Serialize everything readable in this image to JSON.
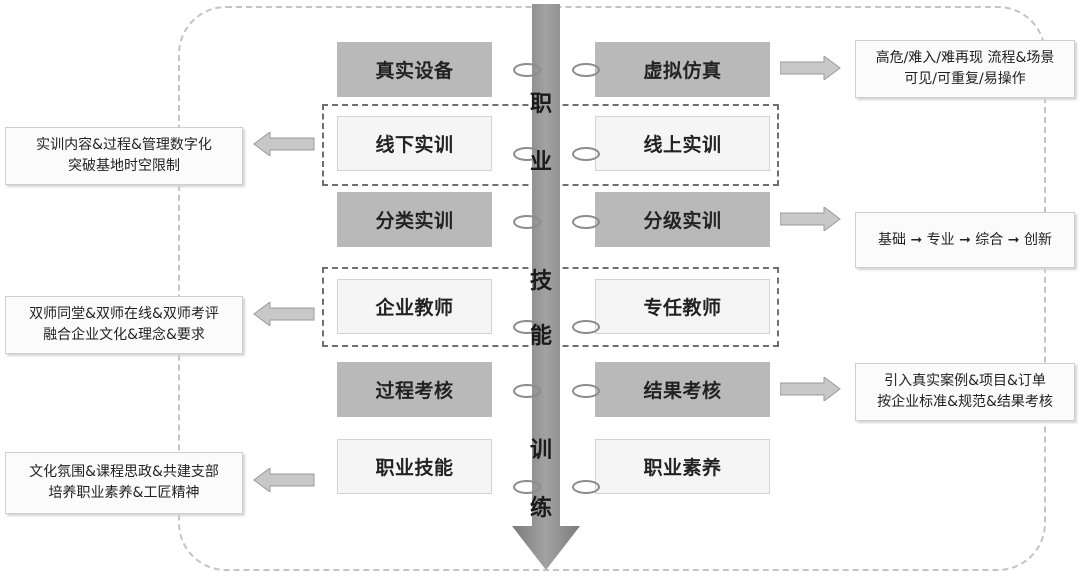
{
  "spine": {
    "chars": [
      "职",
      "业",
      "技",
      "能",
      "训",
      "练"
    ],
    "color": "#8a8a8a"
  },
  "left_col": [
    {
      "label": "真实设备",
      "style": "dark"
    },
    {
      "label": "线下实训",
      "style": "light"
    },
    {
      "label": "分类实训",
      "style": "dark"
    },
    {
      "label": "企业教师",
      "style": "light"
    },
    {
      "label": "过程考核",
      "style": "dark"
    },
    {
      "label": "职业技能",
      "style": "light"
    }
  ],
  "right_col": [
    {
      "label": "虚拟仿真",
      "style": "dark"
    },
    {
      "label": "线上实训",
      "style": "light"
    },
    {
      "label": "分级实训",
      "style": "dark"
    },
    {
      "label": "专任教师",
      "style": "light"
    },
    {
      "label": "结果考核",
      "style": "dark"
    },
    {
      "label": "职业素养",
      "style": "light"
    }
  ],
  "right_notes": [
    {
      "lines": [
        "高危/难入/难再现 流程&场景",
        "可见/可重复/易操作"
      ]
    },
    {
      "lines": [
        "基础 ➞ 专业 ➞ 综合 ➞ 创新"
      ]
    },
    {
      "lines": [
        "引入真实案例&项目&订单",
        "按企业标准&规范&结果考核"
      ]
    }
  ],
  "left_notes": [
    {
      "lines": [
        "实训内容&过程&管理数字化",
        "突破基地时空限制"
      ]
    },
    {
      "lines": [
        "双师同堂&双师在线&双师考评",
        "融合企业文化&理念&要求"
      ]
    },
    {
      "lines": [
        "文化氛围&课程思政&共建支部",
        "培养职业素养&工匠精神"
      ]
    }
  ]
}
